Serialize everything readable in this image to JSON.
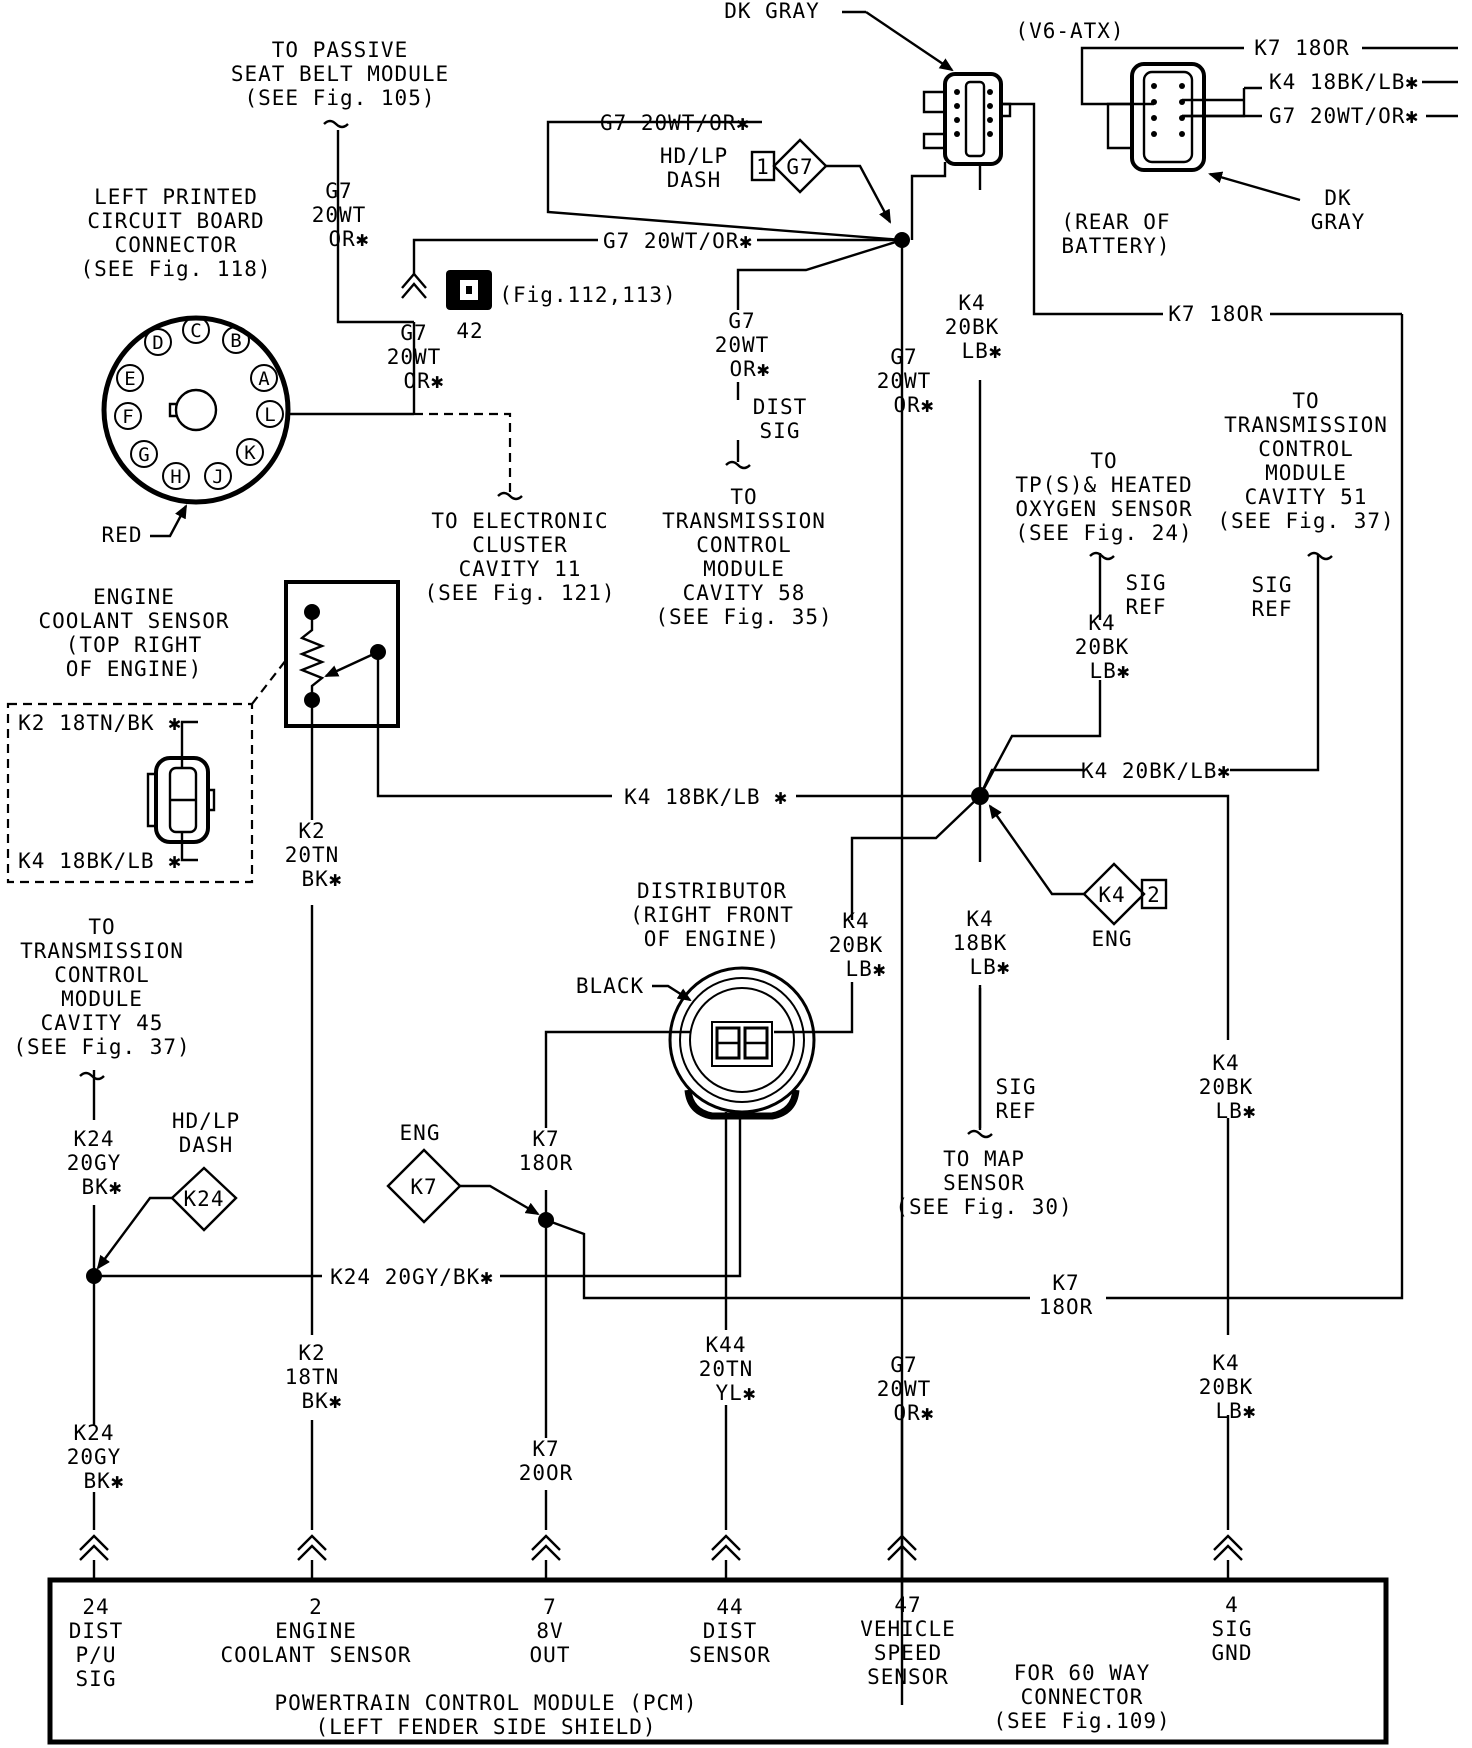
{
  "colors": {
    "ink": "#000000",
    "paper": "#ffffff"
  },
  "top": {
    "dk_gray_top": "DK GRAY",
    "v6_atx": "(V6-ATX)",
    "k7_180r_top": "K7 18OR",
    "k4_right_top": "K4 18BK/LB✱",
    "g7_right_top": "G7 20WT/OR✱",
    "dk_gray_right": [
      "DK",
      "GRAY"
    ],
    "rear_of_battery": [
      "(REAR OF",
      "BATTERY)"
    ],
    "g7_left_top": "G7 20WT/OR✱",
    "hdlp_dash_top": [
      "HD/LP",
      "DASH"
    ],
    "splice_g7_num": "1",
    "splice_g7_id": "G7",
    "g7_mid": "G7 20WT/OR✱",
    "k7_180r_mid": "K7 18OR"
  },
  "left": {
    "to_passive": [
      "TO PASSIVE",
      "SEAT BELT MODULE",
      "(SEE Fig. 105)"
    ],
    "g7_wire_a": [
      "G7",
      "20WT",
      "OR✱"
    ],
    "g7_wire_b": [
      "G7",
      "20WT",
      "OR✱"
    ],
    "lpcb": [
      "LEFT PRINTED",
      "CIRCUIT BOARD",
      "CONNECTOR",
      "(SEE Fig. 118)"
    ],
    "ground_ref": "(Fig.112,113)",
    "ground_num": "42",
    "red": "RED",
    "pins": [
      "A",
      "B",
      "C",
      "D",
      "E",
      "F",
      "G",
      "H",
      "J",
      "K",
      "L"
    ],
    "to_electronic": [
      "TO ELECTRONIC",
      "CLUSTER",
      "CAVITY 11",
      "(SEE Fig. 121)"
    ],
    "ect_title": [
      "ENGINE",
      "COOLANT SENSOR",
      "(TOP RIGHT",
      "OF ENGINE)"
    ],
    "k2_box": "K2 18TN/BK ✱",
    "k4_box": "K4 18BK/LB ✱",
    "k2_wire_a": [
      "K2",
      "20TN",
      "BK✱"
    ],
    "to_tcm45": [
      "TO",
      "TRANSMISSION",
      "CONTROL",
      "MODULE",
      "CAVITY 45",
      "(SEE Fig. 37)"
    ],
    "k24_wire_a": [
      "K24",
      "20GY",
      "BK✱"
    ],
    "hdlp_dash_b": [
      "HD/LP",
      "DASH"
    ],
    "splice_k24": "K24"
  },
  "center": {
    "g7_wire_c": [
      "G7",
      "20WT",
      "OR✱"
    ],
    "dist_sig": [
      "DIST",
      "SIG"
    ],
    "to_tcm58": [
      "TO",
      "TRANSMISSION",
      "CONTROL",
      "MODULE",
      "CAVITY 58",
      "(SEE Fig. 35)"
    ],
    "g7_wire_d": [
      "G7",
      "20WT",
      "OR✱"
    ],
    "k4_wire_top": [
      "K4",
      "20BK",
      "LB✱"
    ],
    "k4_h": "K4 18BK/LB ✱",
    "distributor": [
      "DISTRIBUTOR",
      "(RIGHT FRONT",
      "OF ENGINE)"
    ],
    "black": "BLACK",
    "k4_wire_20": [
      "K4",
      "20BK",
      "LB✱"
    ],
    "k4_wire_18": [
      "K4",
      "18BK",
      "LB✱"
    ],
    "eng_a": "ENG",
    "splice_k7": "K7",
    "k7_wire_a": [
      "K7",
      "18OR"
    ],
    "k24_h": "K24 20GY/BK✱",
    "sig_ref_map": [
      "SIG",
      "REF"
    ],
    "to_map": [
      "TO MAP",
      "SENSOR",
      "(SEE Fig. 30)"
    ],
    "k4_splice": "K4",
    "k4_splice_num": "2",
    "eng_b": "ENG",
    "k7_mid2": [
      "K7",
      "18OR"
    ]
  },
  "right": {
    "to_tps": [
      "TO",
      "TP(S)& HEATED",
      "OXYGEN SENSOR",
      "(SEE Fig. 24)"
    ],
    "sig_ref_a": [
      "SIG",
      "REF"
    ],
    "k4_wire_tps": [
      "K4",
      "20BK",
      "LB✱"
    ],
    "to_tcm51": [
      "TO",
      "TRANSMISSION",
      "CONTROL",
      "MODULE",
      "CAVITY 51",
      "(SEE Fig. 37)"
    ],
    "sig_ref_b": [
      "SIG",
      "REF"
    ],
    "k4_20_right": "K4 20BK/LB✱",
    "k4_wire_right": [
      "K4",
      "20BK",
      "LB✱"
    ]
  },
  "bottom": {
    "k24_wire_b": [
      "K24",
      "20GY",
      "BK✱"
    ],
    "k2_wire_b": [
      "K2",
      "18TN",
      "BK✱"
    ],
    "k7_wire_b": [
      "K7",
      "20OR"
    ],
    "k44_wire": [
      "K44",
      "20TN",
      "YL✱"
    ],
    "g7_wire_e": [
      "G7",
      "20WT",
      "OR✱"
    ],
    "k4_wire_bot": [
      "K4",
      "20BK",
      "LB✱"
    ],
    "pcm_terminals": [
      {
        "num": "24",
        "label": [
          "DIST",
          "P/U",
          "SIG"
        ]
      },
      {
        "num": "2",
        "label": [
          "ENGINE",
          "COOLANT SENSOR"
        ]
      },
      {
        "num": "7",
        "label": [
          "8V",
          "OUT"
        ]
      },
      {
        "num": "44",
        "label": [
          "DIST",
          "SENSOR"
        ]
      },
      {
        "num": "47",
        "label": [
          "VEHICLE",
          "SPEED",
          "SENSOR"
        ]
      },
      {
        "num": "4",
        "label": [
          "SIG",
          "GND"
        ]
      }
    ],
    "pcm_note": [
      "FOR 60 WAY",
      "CONNECTOR",
      "(SEE Fig.109)"
    ],
    "pcm_title": [
      "POWERTRAIN CONTROL MODULE (PCM)",
      "(LEFT FENDER SIDE SHIELD)"
    ]
  }
}
